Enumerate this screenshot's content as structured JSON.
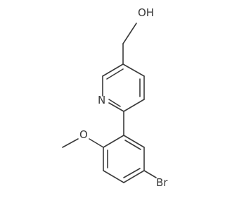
{
  "molecule": {
    "atom_labels": {
      "hydroxyl": "OH",
      "ring_nitrogen": "N",
      "methoxy_oxygen": "O",
      "bromine": "Br"
    },
    "colors": {
      "ink": "#3a3a3a",
      "background": "#ffffff"
    }
  }
}
